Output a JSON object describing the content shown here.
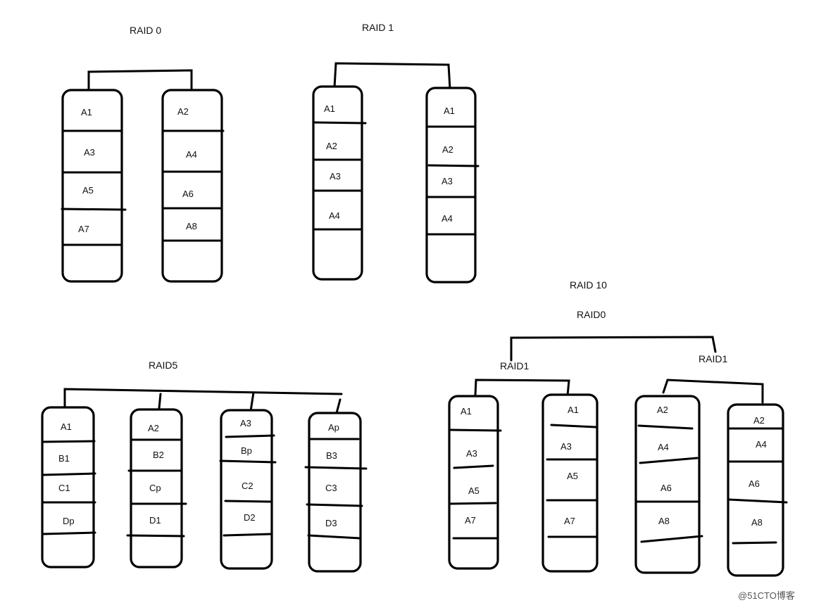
{
  "titles": {
    "raid0": "RAID 0",
    "raid1": "RAID 1",
    "raid10": "RAID 10",
    "raid10_top": "RAID0",
    "raid10_left_sub": "RAID1",
    "raid10_right_sub": "RAID1",
    "raid5": "RAID5"
  },
  "raid0": {
    "disk1": [
      "A1",
      "A3",
      "A5",
      "A7"
    ],
    "disk2": [
      "A2",
      "A4",
      "A6",
      "A8"
    ]
  },
  "raid1": {
    "disk1": [
      "A1",
      "A2",
      "A3",
      "A4"
    ],
    "disk2": [
      "A1",
      "A2",
      "A3",
      "A4"
    ]
  },
  "raid5": {
    "disk1": [
      "A1",
      "B1",
      "C1",
      "Dp"
    ],
    "disk2": [
      "A2",
      "B2",
      "Cp",
      "D1"
    ],
    "disk3": [
      "A3",
      "Bp",
      "C2",
      "D2"
    ],
    "disk4": [
      "Ap",
      "B3",
      "C3",
      "D3"
    ]
  },
  "raid10": {
    "disk1": [
      "A1",
      "A3",
      "A5",
      "A7"
    ],
    "disk2": [
      "A1",
      "A3",
      "A5",
      "A7"
    ],
    "disk3": [
      "A2",
      "A4",
      "A6",
      "A8"
    ],
    "disk4": [
      "A2",
      "A4",
      "A6",
      "A8"
    ]
  },
  "watermark": "@51CTO博客"
}
